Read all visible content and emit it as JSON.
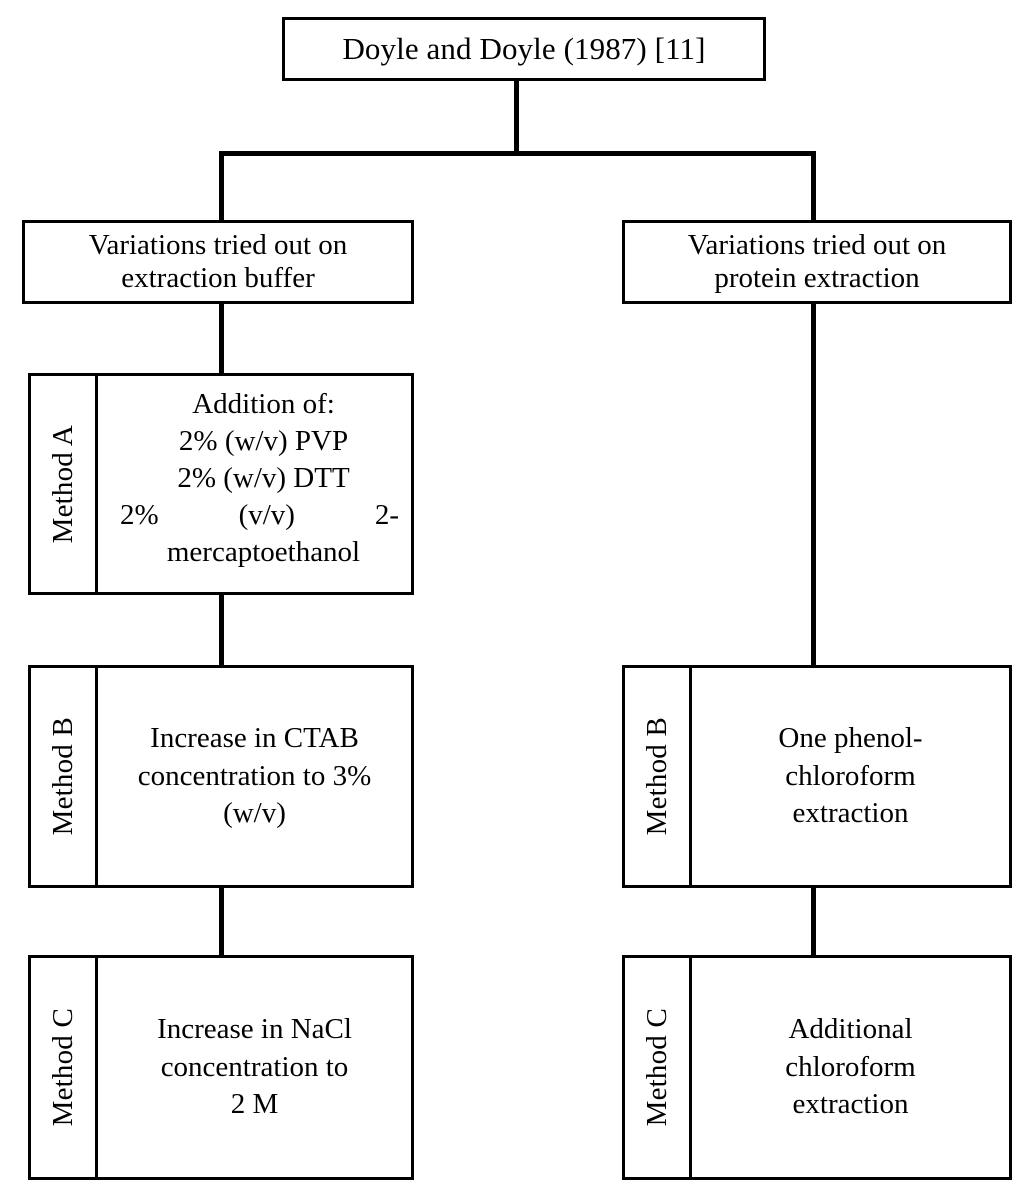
{
  "diagram": {
    "title_box": {
      "label": "Doyle and Doyle (1987) [11]"
    },
    "branches": [
      {
        "id": "extraction-buffer",
        "heading_line1": "Variations tried out on",
        "heading_line2": "extraction buffer",
        "methods": [
          {
            "id": "method-a-buffer",
            "label": "Method A",
            "align": "left",
            "lines": [
              {
                "text": "Addition of:"
              },
              {
                "text": "2% (w/v) PVP"
              },
              {
                "text": "2% (w/v) DTT"
              }
            ],
            "justified_line": {
              "left": "2%",
              "middle": "(v/v)",
              "right": "2-"
            },
            "tail_line": "mercaptoethanol"
          },
          {
            "id": "method-b-buffer",
            "label": "Method B",
            "align": "center",
            "lines": [
              {
                "text": "Increase in CTAB"
              },
              {
                "text": "concentration to 3%"
              },
              {
                "text": "(w/v)"
              }
            ]
          },
          {
            "id": "method-c-buffer",
            "label": "Method C",
            "align": "center",
            "lines": [
              {
                "text": "Increase in NaCl"
              },
              {
                "text": "concentration to"
              },
              {
                "text": "2 M"
              }
            ]
          }
        ]
      },
      {
        "id": "protein-extraction",
        "heading_line1": "Variations tried out on",
        "heading_line2": "protein extraction",
        "methods": [
          {
            "id": "method-b-protein",
            "label": "Method B",
            "align": "center",
            "lines": [
              {
                "text": "One phenol-"
              },
              {
                "text": "chloroform"
              },
              {
                "text": "extraction"
              }
            ]
          },
          {
            "id": "method-c-protein",
            "label": "Method C",
            "align": "center",
            "lines": [
              {
                "text": "Additional"
              },
              {
                "text": "chloroform"
              },
              {
                "text": "extraction"
              }
            ]
          }
        ]
      }
    ],
    "colors": {
      "stroke": "#000000",
      "background": "#ffffff",
      "text": "#000000"
    }
  }
}
